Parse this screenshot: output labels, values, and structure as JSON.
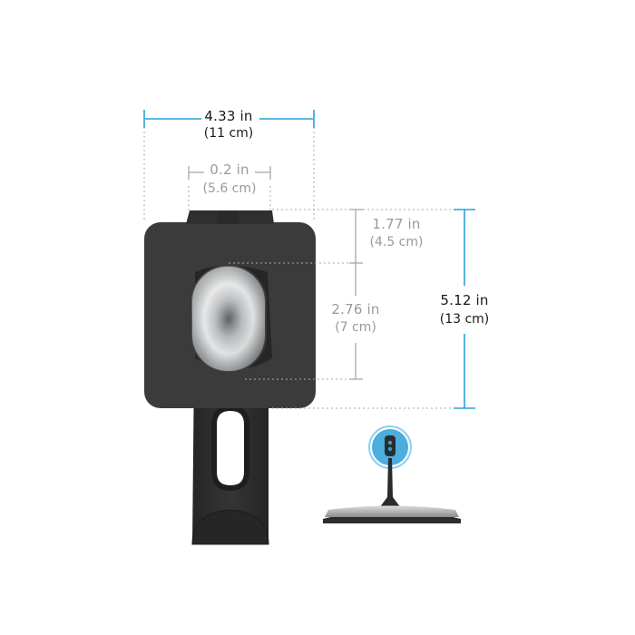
{
  "dimensions": {
    "total_width": {
      "primary": "4.33 in",
      "secondary": "(11 cm)"
    },
    "neck_width": {
      "primary": "0.2 in",
      "secondary": "(5.6 cm)"
    },
    "upper_height": {
      "primary": "1.77 in",
      "secondary": "(4.5 cm)"
    },
    "magnet_height": {
      "primary": "2.76 in",
      "secondary": "(7 cm)"
    },
    "total_height": {
      "primary": "5.12 in",
      "secondary": "(13 cm)"
    }
  },
  "colors": {
    "accent_blue": "#2aa0d8",
    "guide_gray": "#a8a8a8",
    "plate": "#3b3b3b",
    "arm": "#2e2e2e",
    "disc_metal": "#a9abad"
  },
  "icons": {
    "inset": "monitor-mount-inset-icon"
  }
}
